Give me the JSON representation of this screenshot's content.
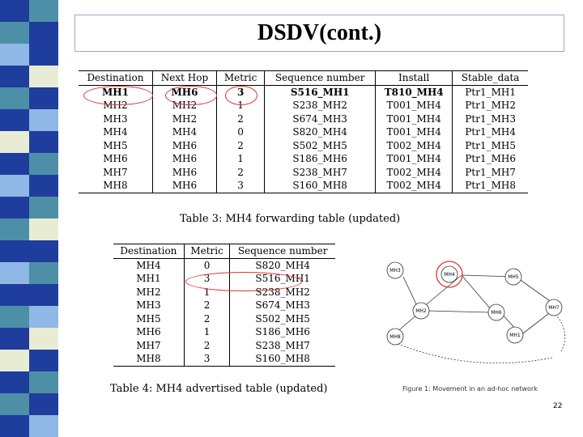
{
  "title": "DSDV(cont.)",
  "table3": {
    "headers": [
      "Destination",
      "Next Hop",
      "Metric",
      "Sequence number",
      "Install",
      "Stable_data"
    ],
    "rows": [
      [
        "MH1",
        "MH6",
        "3",
        "S516_MH1",
        "T810_MH4",
        "Ptr1_MH1"
      ],
      [
        "MH2",
        "MH2",
        "1",
        "S238_MH2",
        "T001_MH4",
        "Ptr1_MH2"
      ],
      [
        "MH3",
        "MH2",
        "2",
        "S674_MH3",
        "T001_MH4",
        "Ptr1_MH3"
      ],
      [
        "MH4",
        "MH4",
        "0",
        "S820_MH4",
        "T001_MH4",
        "Ptr1_MH4"
      ],
      [
        "MH5",
        "MH6",
        "2",
        "S502_MH5",
        "T002_MH4",
        "Ptr1_MH5"
      ],
      [
        "MH6",
        "MH6",
        "1",
        "S186_MH6",
        "T001_MH4",
        "Ptr1_MH6"
      ],
      [
        "MH7",
        "MH6",
        "2",
        "S238_MH7",
        "T002_MH4",
        "Ptr1_MH7"
      ],
      [
        "MH8",
        "MH6",
        "3",
        "S160_MH8",
        "T002_MH4",
        "Ptr1_MH8"
      ]
    ],
    "caption": "Table 3: MH4 forwarding table (updated)"
  },
  "table4": {
    "headers": [
      "Destination",
      "Metric",
      "Sequence number"
    ],
    "rows": [
      [
        "MH4",
        "0",
        "S820_MH4"
      ],
      [
        "MH1",
        "3",
        "S516_MH1"
      ],
      [
        "MH2",
        "1",
        "S238_MH2"
      ],
      [
        "MH3",
        "2",
        "S674_MH3"
      ],
      [
        "MH5",
        "2",
        "S502_MH5"
      ],
      [
        "MH6",
        "1",
        "S186_MH6"
      ],
      [
        "MH7",
        "2",
        "S238_MH7"
      ],
      [
        "MH8",
        "3",
        "S160_MH8"
      ]
    ],
    "caption": "Table 4: MH4 advertised table (updated)"
  },
  "figure": {
    "caption": "Figure 1: Movement in an ad-hoc network",
    "nodes": [
      "MH3",
      "MH4",
      "MH5",
      "MH2",
      "MH6",
      "MH7",
      "MH8",
      "MH1"
    ]
  },
  "page_number": "22",
  "colors": {
    "stripe_blue": "#1f3d9c",
    "stripe_teal": "#4e8fa8",
    "stripe_light": "#e9ecd4",
    "stripe_sky": "#8fb8e6",
    "highlight": "#dd3333"
  }
}
